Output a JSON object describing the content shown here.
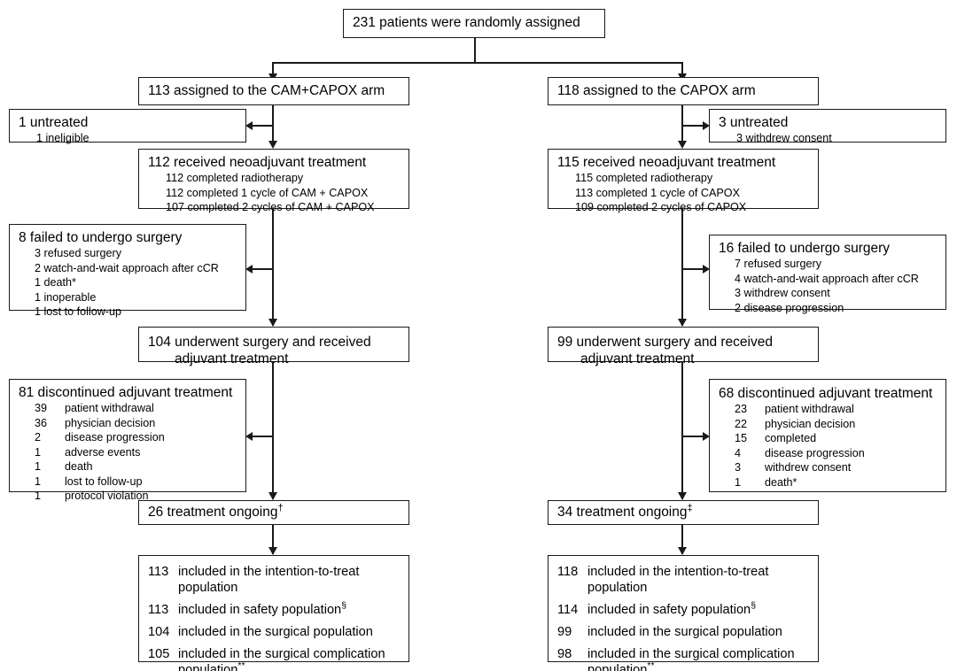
{
  "figure": {
    "type": "consort-flow-diagram",
    "title": "231 patients were randomly assigned"
  },
  "top": {
    "enrollment": "231 patients were randomly assigned"
  },
  "left_arm": {
    "assigned": "113 assigned to the CAM+CAPOX arm",
    "untreated": {
      "header": "1 untreated",
      "items": [
        "1 ineligible"
      ]
    },
    "neoadjuvant": {
      "header": "112 received neoadjuvant treatment",
      "items": [
        "112 completed radiotherapy",
        "112 completed 1 cycle of CAM + CAPOX",
        "107 completed 2 cycles of CAM + CAPOX"
      ]
    },
    "failed_surgery": {
      "header": "8 failed to undergo surgery",
      "items": [
        "3 refused surgery",
        "2 watch-and-wait approach after cCR",
        "1 death*",
        "1 inoperable",
        "1 lost to follow-up"
      ]
    },
    "surgery": {
      "line1": "104 underwent surgery and received",
      "line2": "adjuvant treatment"
    },
    "discontinued": {
      "header": "81 discontinued adjuvant treatment",
      "items": [
        {
          "n": "39",
          "text": "patient withdrawal"
        },
        {
          "n": "36",
          "text": "physician decision"
        },
        {
          "n": "2",
          "text": "disease progression"
        },
        {
          "n": "1",
          "text": "adverse events"
        },
        {
          "n": "1",
          "text": "death"
        },
        {
          "n": "1",
          "text": "lost to follow-up"
        },
        {
          "n": "1",
          "text": "protocol violation"
        }
      ]
    },
    "ongoing": "26 treatment ongoing",
    "ongoing_marker": "†",
    "populations": [
      {
        "n": "113",
        "text": "included in the intention-to-treat",
        "wrap": "population",
        "marker": ""
      },
      {
        "n": "113",
        "text": "included in safety population",
        "wrap": "",
        "marker": "§"
      },
      {
        "n": "104",
        "text": "included in the surgical population",
        "wrap": "",
        "marker": ""
      },
      {
        "n": "105",
        "text": "included in the surgical complication",
        "wrap": "population",
        "marker": "**"
      }
    ]
  },
  "right_arm": {
    "assigned": "118 assigned to the CAPOX arm",
    "untreated": {
      "header": "3 untreated",
      "items": [
        "3 withdrew consent"
      ]
    },
    "neoadjuvant": {
      "header": "115 received neoadjuvant treatment",
      "items": [
        "115 completed radiotherapy",
        "113 completed 1 cycle of CAPOX",
        "109 completed 2 cycles of CAPOX"
      ]
    },
    "failed_surgery": {
      "header": "16 failed to undergo surgery",
      "items": [
        "7 refused surgery",
        "4 watch-and-wait approach after cCR",
        "3 withdrew consent",
        "2 disease progression"
      ]
    },
    "surgery": {
      "line1": "99 underwent surgery and received",
      "line2": "adjuvant treatment"
    },
    "discontinued": {
      "header": "68 discontinued adjuvant treatment",
      "items": [
        {
          "n": "23",
          "text": "patient withdrawal"
        },
        {
          "n": "22",
          "text": "physician decision"
        },
        {
          "n": "15",
          "text": "completed"
        },
        {
          "n": "4",
          "text": "disease progression"
        },
        {
          "n": "3",
          "text": "withdrew consent"
        },
        {
          "n": "1",
          "text": "death*"
        }
      ]
    },
    "ongoing": "34 treatment ongoing",
    "ongoing_marker": "‡",
    "populations": [
      {
        "n": "118",
        "text": "included in the intention-to-treat",
        "wrap": "population",
        "marker": ""
      },
      {
        "n": "114",
        "text": "included in safety population",
        "wrap": "",
        "marker": "§"
      },
      {
        "n": "99",
        "text": "included in the surgical population",
        "wrap": "",
        "marker": ""
      },
      {
        "n": "98",
        "text": "included in the surgical complication",
        "wrap": "population",
        "marker": "**"
      }
    ]
  },
  "colors": {
    "stroke": "#1a1a1a",
    "background": "#ffffff"
  }
}
